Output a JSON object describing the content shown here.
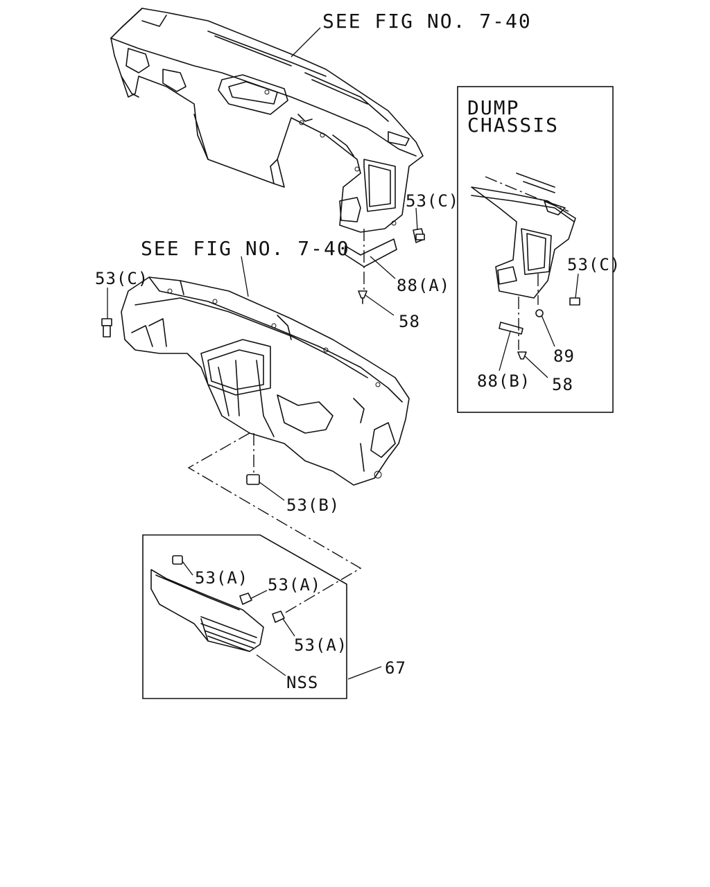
{
  "labels": {
    "see_fig_top": "SEE FIG NO. 7-40",
    "see_fig_mid": "SEE FIG NO. 7-40",
    "dump_line1": "DUMP",
    "dump_line2": "CHASSIS",
    "p53c_a": "53(C)",
    "p53c_b": "53(C)",
    "p53c_c": "53(C)",
    "p88a": "88(A)",
    "p58_a": "58",
    "p58_b": "58",
    "p89": "89",
    "p88b": "88(B)",
    "p53b": "53(B)",
    "p53a_1": "53(A)",
    "p53a_2": "53(A)",
    "p53a_3": "53(A)",
    "p67": "67",
    "nss": "NSS"
  }
}
